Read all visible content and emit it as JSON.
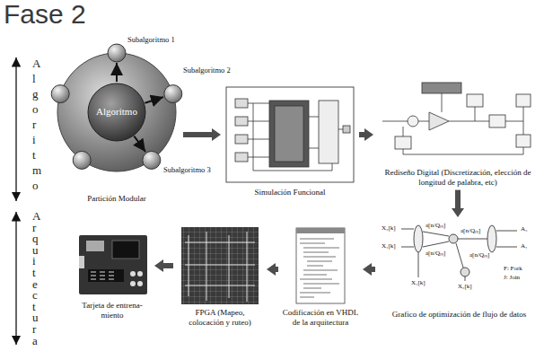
{
  "diagram": {
    "title": "Fase 2",
    "nodes": [
      {
        "text": [
          "Partición Modular"
        ]
      },
      {
        "text": [
          "Algoritmo"
        ],
        "in": 0
      },
      {
        "text": [
          "Simulación Funcional"
        ]
      },
      {
        "text": [
          "Rediseño Digital (Discretización, elección de longitud de palabra, etc)"
        ]
      },
      {
        "text": [
          "Grafico de optimización de flujo de datos"
        ]
      },
      {
        "text": [
          "Codificación en VHDL de la arquitectura"
        ]
      },
      {
        "text": [
          "FPGA (Mapeo, colocación y ruteo)"
        ]
      },
      {
        "text": [
          "Tarjeta de entrena- miento"
        ]
      }
    ],
    "edges": [
      {
        "from": 0,
        "to": 2,
        "arrow": "to"
      },
      {
        "from": 2,
        "to": 3,
        "arrow": "to"
      },
      {
        "from": 3,
        "to": 4,
        "arrow": "to"
      },
      {
        "from": 4,
        "to": 5,
        "arrow": "to"
      },
      {
        "from": 5,
        "to": 6,
        "arrow": "to"
      },
      {
        "from": 6,
        "to": 7,
        "arrow": "to"
      }
    ],
    "labels": [
      "Algoritmo",
      "Arquitectura",
      "Subalgoritmo 1",
      "Subalgoritmo 2",
      "Subalgoritmo 3",
      "X₂[k]",
      "X₁[k]",
      "a[n/Qₘ]",
      "a[n/Qₘ]",
      "a[n/Qₘ]",
      "a[n/Qₘ]",
      "A₃",
      "A₁",
      "X₁[k]",
      "X₂[k]",
      "F: Fork",
      "J: Join"
    ]
  }
}
